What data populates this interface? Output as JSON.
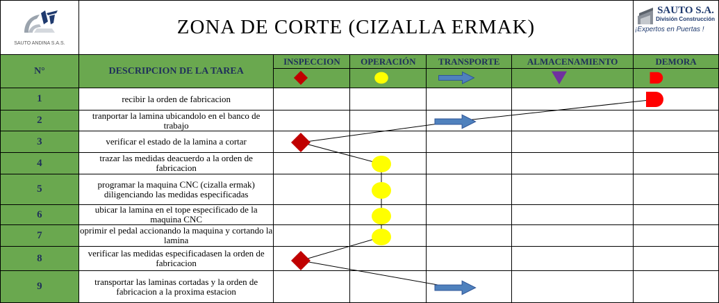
{
  "left_logo": {
    "caption": "SAUTO ANDINA S.A.S."
  },
  "title": "ZONA DE CORTE (CIZALLA ERMAK)",
  "right_logo": {
    "name": "SAUTO S.A.",
    "division": "División Construcción",
    "slogan": "¡Expertos en Puertas !"
  },
  "headers": {
    "number": "N°",
    "description": "DESCRIPCION DE LA TAREA",
    "inspection": "INSPECCION",
    "operation": "OPERACIÓN",
    "transport": "TRANSPORTE",
    "storage": "ALMACENAMIENTO",
    "delay": "DEMORA"
  },
  "symbol_colors": {
    "inspection": "#c00000",
    "operation": "#ffff00",
    "transport": "#4f81bd",
    "storage": "#7030a0",
    "delay": "#ff0000"
  },
  "rows": [
    {
      "n": "1",
      "text": "recibir la orden de fabricacion",
      "symbol": "delay"
    },
    {
      "n": "2",
      "text": "tranportar la lamina ubicandolo en el banco de trabajo",
      "symbol": "transport"
    },
    {
      "n": "3",
      "text": "verificar el estado de la lamina a cortar",
      "symbol": "inspection"
    },
    {
      "n": "4",
      "text": "trazar las medidas deacuerdo a la orden de fabricacion",
      "symbol": "operation"
    },
    {
      "n": "5",
      "text": "programar la maquina CNC (cizalla ermak) diligenciando las medidas especificadas",
      "symbol": "operation"
    },
    {
      "n": "6",
      "text": "ubicar la lamina en el tope especificado de la maquina CNC",
      "symbol": "operation"
    },
    {
      "n": "7",
      "text": "oprimir el pedal accionando la maquina y cortando la lamina",
      "symbol": "operation"
    },
    {
      "n": "8",
      "text": "verificar las medidas especificadasen la orden de fabricacion",
      "symbol": "inspection"
    },
    {
      "n": "9",
      "text": "transportar las laminas cortadas y la orden de fabricacion a la proxima estacion",
      "symbol": "transport"
    }
  ]
}
